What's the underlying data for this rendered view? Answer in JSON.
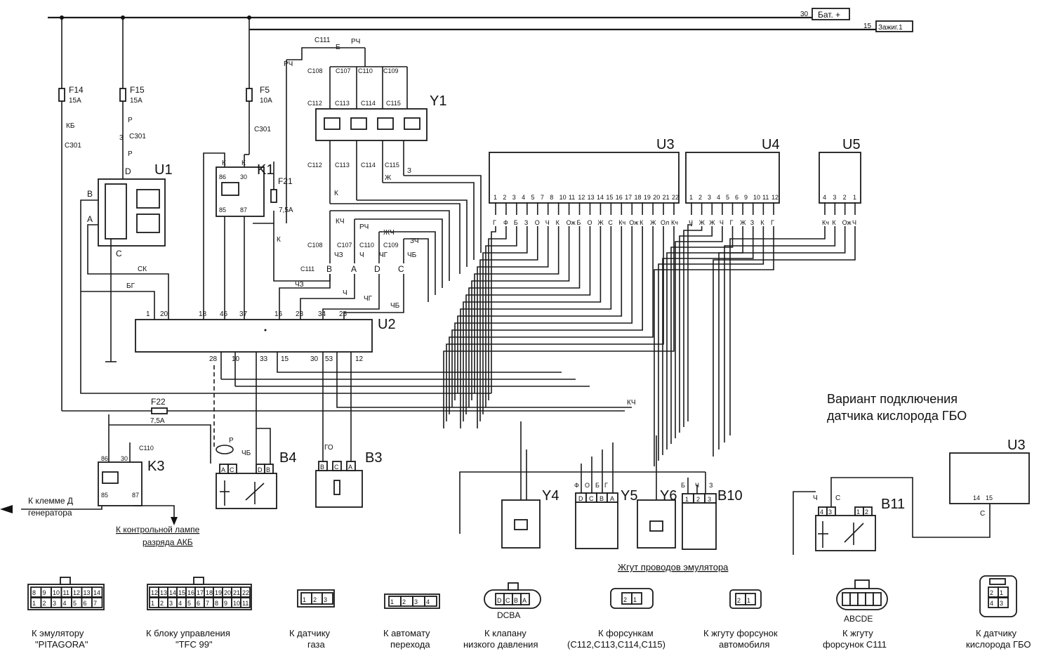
{
  "rails": {
    "bat": "Бат. +",
    "bat_num": "30",
    "ign": "Зажиг.1",
    "ign_num": "15"
  },
  "fuses": [
    {
      "name": "F14",
      "rating": "15А"
    },
    {
      "name": "F15",
      "rating": "15А"
    },
    {
      "name": "F5",
      "rating": "10А"
    },
    {
      "name": "F21",
      "rating": "7,5А"
    },
    {
      "name": "F22",
      "rating": "7,5А"
    }
  ],
  "components": {
    "u1": "U1",
    "u2": "U2",
    "u3": "U3",
    "u4": "U4",
    "u5": "U5",
    "k1": "K1",
    "k3": "K3",
    "y1": "Y1",
    "y4": "Y4",
    "y5": "Y5",
    "y6": "Y6",
    "b3": "B3",
    "b4": "B4",
    "b10": "B10",
    "b11": "B11",
    "u3b": "U3"
  },
  "wire_labels": {
    "kb": "КБ",
    "p1": "Р",
    "p2": "Р",
    "c301a": "С301",
    "c301b": "С301",
    "c301c": "С301",
    "c301num": "3",
    "u1_b": "В",
    "u1_a": "А",
    "u1_d": "D",
    "u1_c": "С",
    "sk": "СК",
    "bg": "БГ",
    "k_a": "К",
    "k_b": "К",
    "k_c": "К",
    "k_d": "К",
    "rch1": "РЧ",
    "rch2": "РЧ",
    "c111": "С111",
    "e": "Е",
    "c108": "С108",
    "c107": "С107",
    "c110": "С110",
    "c109": "С109",
    "c112": "С112",
    "c113": "С113",
    "c114": "С114",
    "c115": "С115",
    "ch": "Ч",
    "zh": "Ж",
    "z": "З",
    "kch": "КЧ",
    "pch": "РЧ",
    "zhch": "ЖЧ",
    "zch": "ЗЧ",
    "chz": "ЧЗ",
    "chg": "ЧГ",
    "chb": "ЧБ",
    "conn_b": "В",
    "conn_a": "А",
    "conn_d": "D",
    "conn_c": "С",
    "go": "ГО",
    "kch2": "КЧ",
    "c": "С",
    "c2": "С",
    "c110b": "С110",
    "k1_85": "85",
    "k1_86": "86",
    "k1_30": "30",
    "k1_87": "87",
    "k3_86": "86",
    "k3_30": "30",
    "k3_85": "85",
    "k3_87": "87",
    "rel_bat": "Р"
  },
  "u2_pins_top": [
    "1",
    "20",
    "18",
    "46",
    "37",
    "16",
    "23",
    "34",
    "25"
  ],
  "u2_pins_bottom": [
    "28",
    "10",
    "33",
    "15",
    "30",
    "53",
    "12"
  ],
  "u3_pins": [
    "1",
    "2",
    "3",
    "4",
    "5",
    "7",
    "8",
    "10",
    "11",
    "12",
    "13",
    "14",
    "15",
    "16",
    "17",
    "18",
    "19",
    "20",
    "21",
    "22"
  ],
  "u4_pins": [
    "1",
    "2",
    "3",
    "4",
    "5",
    "6",
    "9",
    "10",
    "11",
    "12"
  ],
  "u5_pins": [
    "4",
    "3",
    "2",
    "1"
  ],
  "u3_wire_colors": [
    "Г",
    "Ф",
    "Б",
    "З",
    "О",
    "Ч",
    "К",
    "Ож",
    "Б",
    "О",
    "Ж",
    "С",
    "Кч",
    "Ож",
    "К",
    "Ж",
    "Ол",
    "Кч"
  ],
  "u4_wire_colors": [
    "Ч",
    "Ж",
    "Ж",
    "Ч",
    "Г",
    "Ж",
    "З",
    "К",
    "Г"
  ],
  "u5_wire_colors": [
    "Кч",
    "К",
    "Ож",
    "Ч"
  ],
  "y5_wire_colors": [
    "Ф",
    "О",
    "Б",
    "Г"
  ],
  "y5_pins": [
    "D",
    "C",
    "B",
    "A"
  ],
  "b10_wire_colors": [
    "Б",
    "Ч",
    "З"
  ],
  "b10_pins": [
    "1",
    "2",
    "3"
  ],
  "b4_pins": [
    "А",
    "С",
    "D",
    "B"
  ],
  "b3_pins": [
    "В",
    "С",
    "А"
  ],
  "b11_pins_left": [
    "4",
    "3"
  ],
  "b11_pins_right": [
    "1",
    "2"
  ],
  "u3b_pins": [
    "14",
    "15"
  ],
  "notes": {
    "gen": "К клемме Д",
    "gen2": "генератора",
    "lamp": "К контрольной лампе",
    "lamp2": "разряда АКБ",
    "variant1": "Вариант подключения",
    "variant2": "датчика кислорода ГБО",
    "emul_harness": "Жгут проводов эмулятора"
  },
  "connectors": [
    {
      "line1": "К эмулятору",
      "line2": "\"PITAGORA\""
    },
    {
      "line1": "К блоку управления",
      "line2": "\"TFC 99\""
    },
    {
      "line1": "К датчику",
      "line2": "газа"
    },
    {
      "line1": "К автомату",
      "line2": "перехода"
    },
    {
      "line1": "К клапану",
      "line2": "низкого давления"
    },
    {
      "line1": "К форсункам",
      "line2": "(С112,С113,С114,С115)"
    },
    {
      "line1": "К жгуту форсунок",
      "line2": "автомобиля"
    },
    {
      "line1": "К жгуту",
      "line2": "форсунок С111"
    },
    {
      "line1": "К датчику",
      "line2": "кислорода ГБО"
    }
  ],
  "conn_pins": {
    "pitagora_top": [
      "8",
      "9",
      "10",
      "11",
      "12",
      "13",
      "14"
    ],
    "pitagora_bot": [
      "1",
      "2",
      "3",
      "4",
      "5",
      "6",
      "7"
    ],
    "tfc_top": [
      "12",
      "13",
      "14",
      "15",
      "16",
      "17",
      "18",
      "19",
      "20",
      "21",
      "22"
    ],
    "tfc_bot": [
      "1",
      "2",
      "3",
      "4",
      "5",
      "6",
      "7",
      "8",
      "9",
      "10",
      "11"
    ],
    "gas": [
      "1",
      "2",
      "3"
    ],
    "auto": [
      "1",
      "2",
      "3",
      "4"
    ],
    "valve": [
      "D",
      "C",
      "B",
      "A"
    ],
    "valve_letters": "DCBA",
    "inj": [
      "2",
      "1"
    ],
    "harness": [
      "2",
      "1"
    ],
    "c111_letters": "ABCDE",
    "o2_top": [
      "2",
      "1"
    ],
    "o2_bot": [
      "4",
      "3"
    ]
  }
}
